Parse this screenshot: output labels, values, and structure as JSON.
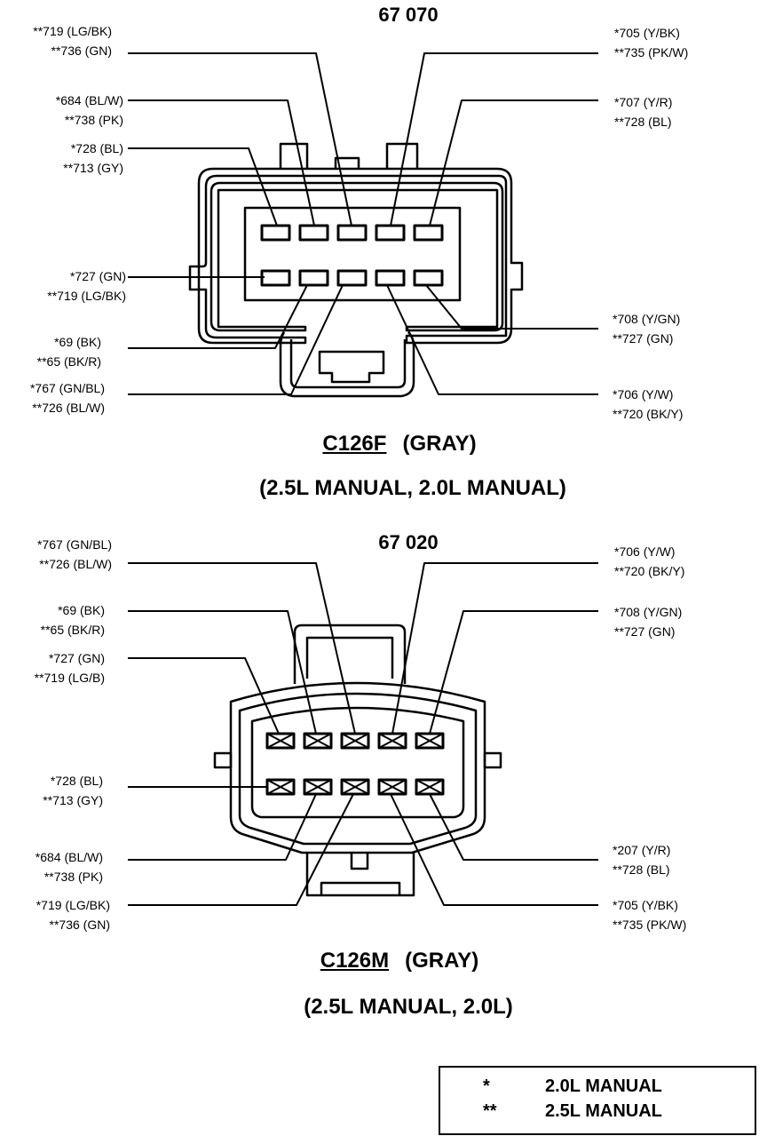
{
  "top": {
    "part_number": "67 070",
    "connector": "C126F",
    "color": "(GRAY)",
    "application": "(2.5L MANUAL, 2.0L MANUAL)",
    "labels_left": [
      {
        "a": "**719 (LG/BK)",
        "b": "**736 (GN)"
      },
      {
        "a": "*684 (BL/W)",
        "b": "**738 (PK)"
      },
      {
        "a": "*728 (BL)",
        "b": "**713 (GY)"
      },
      {
        "a": "*727 (GN)",
        "b": "**719 (LG/BK)"
      },
      {
        "a": "*69 (BK)",
        "b": "**65 (BK/R)"
      },
      {
        "a": "*767 (GN/BL)",
        "b": "**726 (BL/W)"
      }
    ],
    "labels_right": [
      {
        "a": "*705 (Y/BK)",
        "b": "**735 (PK/W)"
      },
      {
        "a": "*707 (Y/R)",
        "b": "**728 (BL)"
      },
      {
        "a": "*708 (Y/GN)",
        "b": "**727 (GN)"
      },
      {
        "a": "*706 (Y/W)",
        "b": "**720 (BK/Y)"
      }
    ]
  },
  "bottom": {
    "part_number": "67 020",
    "connector": "C126M",
    "color": "(GRAY)",
    "application": "(2.5L MANUAL, 2.0L)",
    "labels_left": [
      {
        "a": "*767 (GN/BL)",
        "b": "**726  (BL/W)"
      },
      {
        "a": "*69  (BK)",
        "b": "**65 (BK/R)"
      },
      {
        "a": "*727 (GN)",
        "b": "**719 (LG/B)"
      },
      {
        "a": "*728 (BL)",
        "b": "**713 (GY)"
      },
      {
        "a": "*684 (BL/W)",
        "b": "**738 (PK)"
      },
      {
        "a": "*719 (LG/BK)",
        "b": "**736 (GN)"
      }
    ],
    "labels_right": [
      {
        "a": "*706 (Y/W)",
        "b": "**720 (BK/Y)"
      },
      {
        "a": "*708 (Y/GN)",
        "b": "**727 (GN)"
      },
      {
        "a": "*207 (Y/R)",
        "b": "**728 (BL)"
      },
      {
        "a": "*705 (Y/BK)",
        "b": "**735 (PK/W)"
      }
    ]
  },
  "legend": [
    {
      "symbol": "*",
      "text": "2.0L MANUAL"
    },
    {
      "symbol": "**",
      "text": "2.5L MANUAL"
    }
  ]
}
